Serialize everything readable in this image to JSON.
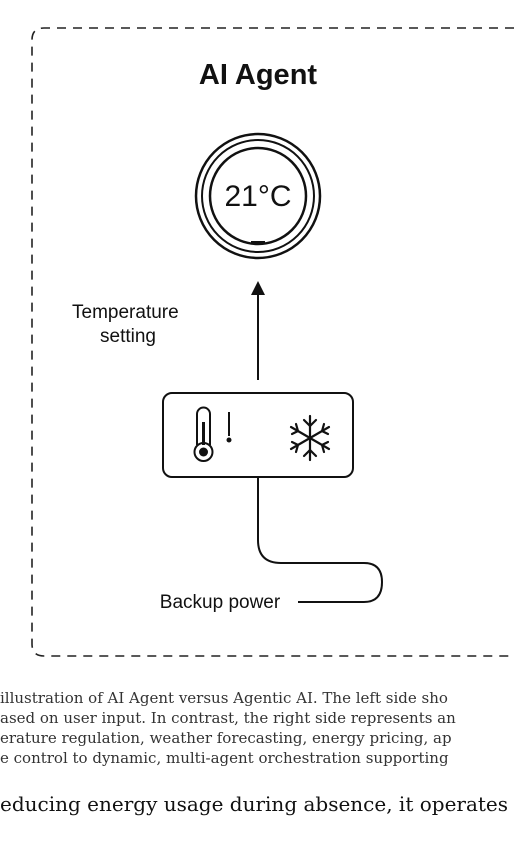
{
  "diagram": {
    "title": "AI Agent",
    "thermostat": {
      "temperature": "21°C",
      "dash": "—"
    },
    "setting_label": [
      "Temperature",
      "setting"
    ],
    "control_panel": {
      "icons": [
        "thermometer-icon",
        "snowflake-icon"
      ]
    },
    "power_label": "Backup power"
  },
  "caption": {
    "lines": [
      "illustration of AI Agent versus Agentic AI. The left side sho",
      "ased on user input. In contrast, the right side represents an",
      "erature regulation, weather forecasting, energy pricing, ap",
      "e control to dynamic, multi-agent orchestration supporting"
    ]
  },
  "body_text": "educing energy usage during absence, it operates in"
}
